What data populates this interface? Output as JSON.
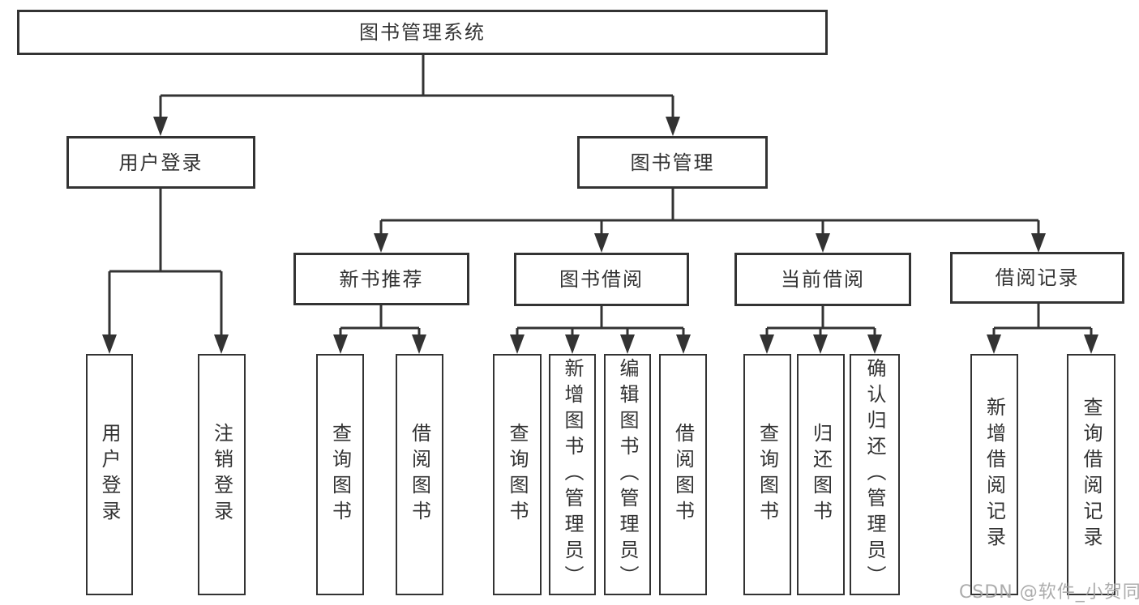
{
  "diagram": {
    "title": "图书管理系统",
    "level2": {
      "user_login": "用户登录",
      "book_mgmt": "图书管理"
    },
    "level3": {
      "new_book": "新书推荐",
      "book_borrow": "图书借阅",
      "current_borrow": "当前借阅",
      "borrow_record": "借阅记录"
    },
    "leaves": {
      "user_login_leaf": "用户登录",
      "logout_leaf": "注销登录",
      "nb_query": "查询图书",
      "nb_borrow": "借阅图书",
      "bb_query": "查询图书",
      "bb_add": "新增图书（管理员）",
      "bb_edit": "编辑图书（管理员）",
      "bb_borrow": "借阅图书",
      "cb_query": "查询图书",
      "cb_return": "归还图书",
      "cb_confirm": "确认归还（管理员）",
      "br_add": "新增借阅记录",
      "br_query": "查询借阅记录"
    },
    "watermark": "CSDN @软件_小贺同学",
    "colors": {
      "line": "#333333",
      "text": "#333333",
      "watermark": "#a3a3a3",
      "background": "#ffffff"
    }
  }
}
